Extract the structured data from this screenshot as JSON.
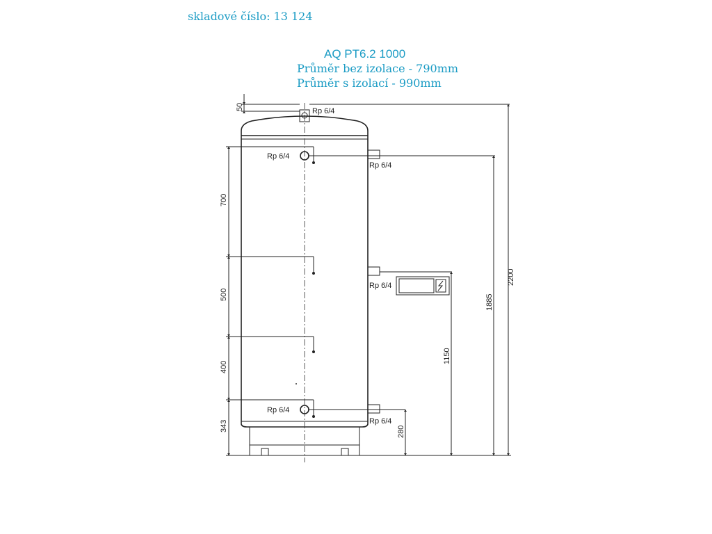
{
  "header": {
    "stock_number": "skladové číslo: 13 124",
    "model": "AQ PT6.2 1000",
    "diameter_without_insulation": "Průměr bez izolace - 790mm",
    "diameter_with_insulation": "Průměr s izolací - 990mm"
  },
  "connections": {
    "top": "Rp 6/4",
    "upper_left": "Rp 6/4",
    "upper_right": "Rp 6/4",
    "heater": "Rp 6/4",
    "lower_left": "Rp 6/4",
    "lower_right": "Rp 6/4"
  },
  "dimensions": {
    "top_offset": "50",
    "left_upper": "700",
    "left_middle": "500",
    "left_lower": "400",
    "left_bottom": "343",
    "right_lower": "280",
    "right_heater": "1150",
    "right_upper": "1885",
    "right_total": "2200"
  },
  "colors": {
    "heading": "#1a9bc4",
    "drawing": "#222222"
  }
}
